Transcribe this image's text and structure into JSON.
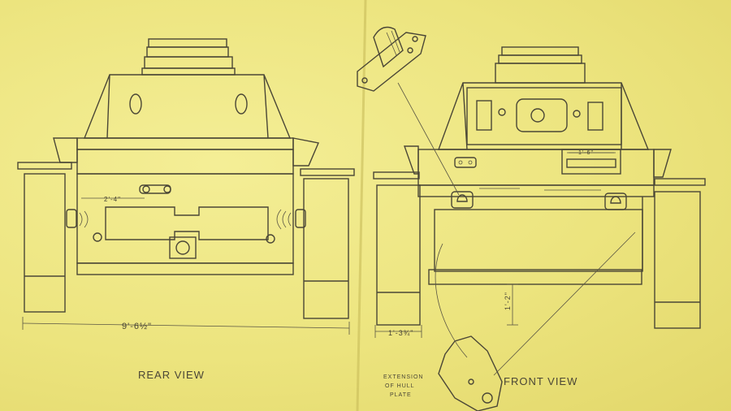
{
  "views": {
    "rear_label": "REAR VIEW",
    "front_label": "FRONT VIEW"
  },
  "dimensions": {
    "overall_width": "9'-6½\"",
    "track_width": "1'-3¾\"",
    "rear_ports_spacing": "2'-4\"",
    "front_slot_width": "1'-6\"",
    "ground_clearance": "1'-2\""
  },
  "notes": {
    "hull_plate_line1": "EXTENSION",
    "hull_plate_line2": "OF HULL",
    "hull_plate_line3": "PLATE"
  },
  "colors": {
    "paper": "#efe88a",
    "ink": "#4a4636"
  }
}
